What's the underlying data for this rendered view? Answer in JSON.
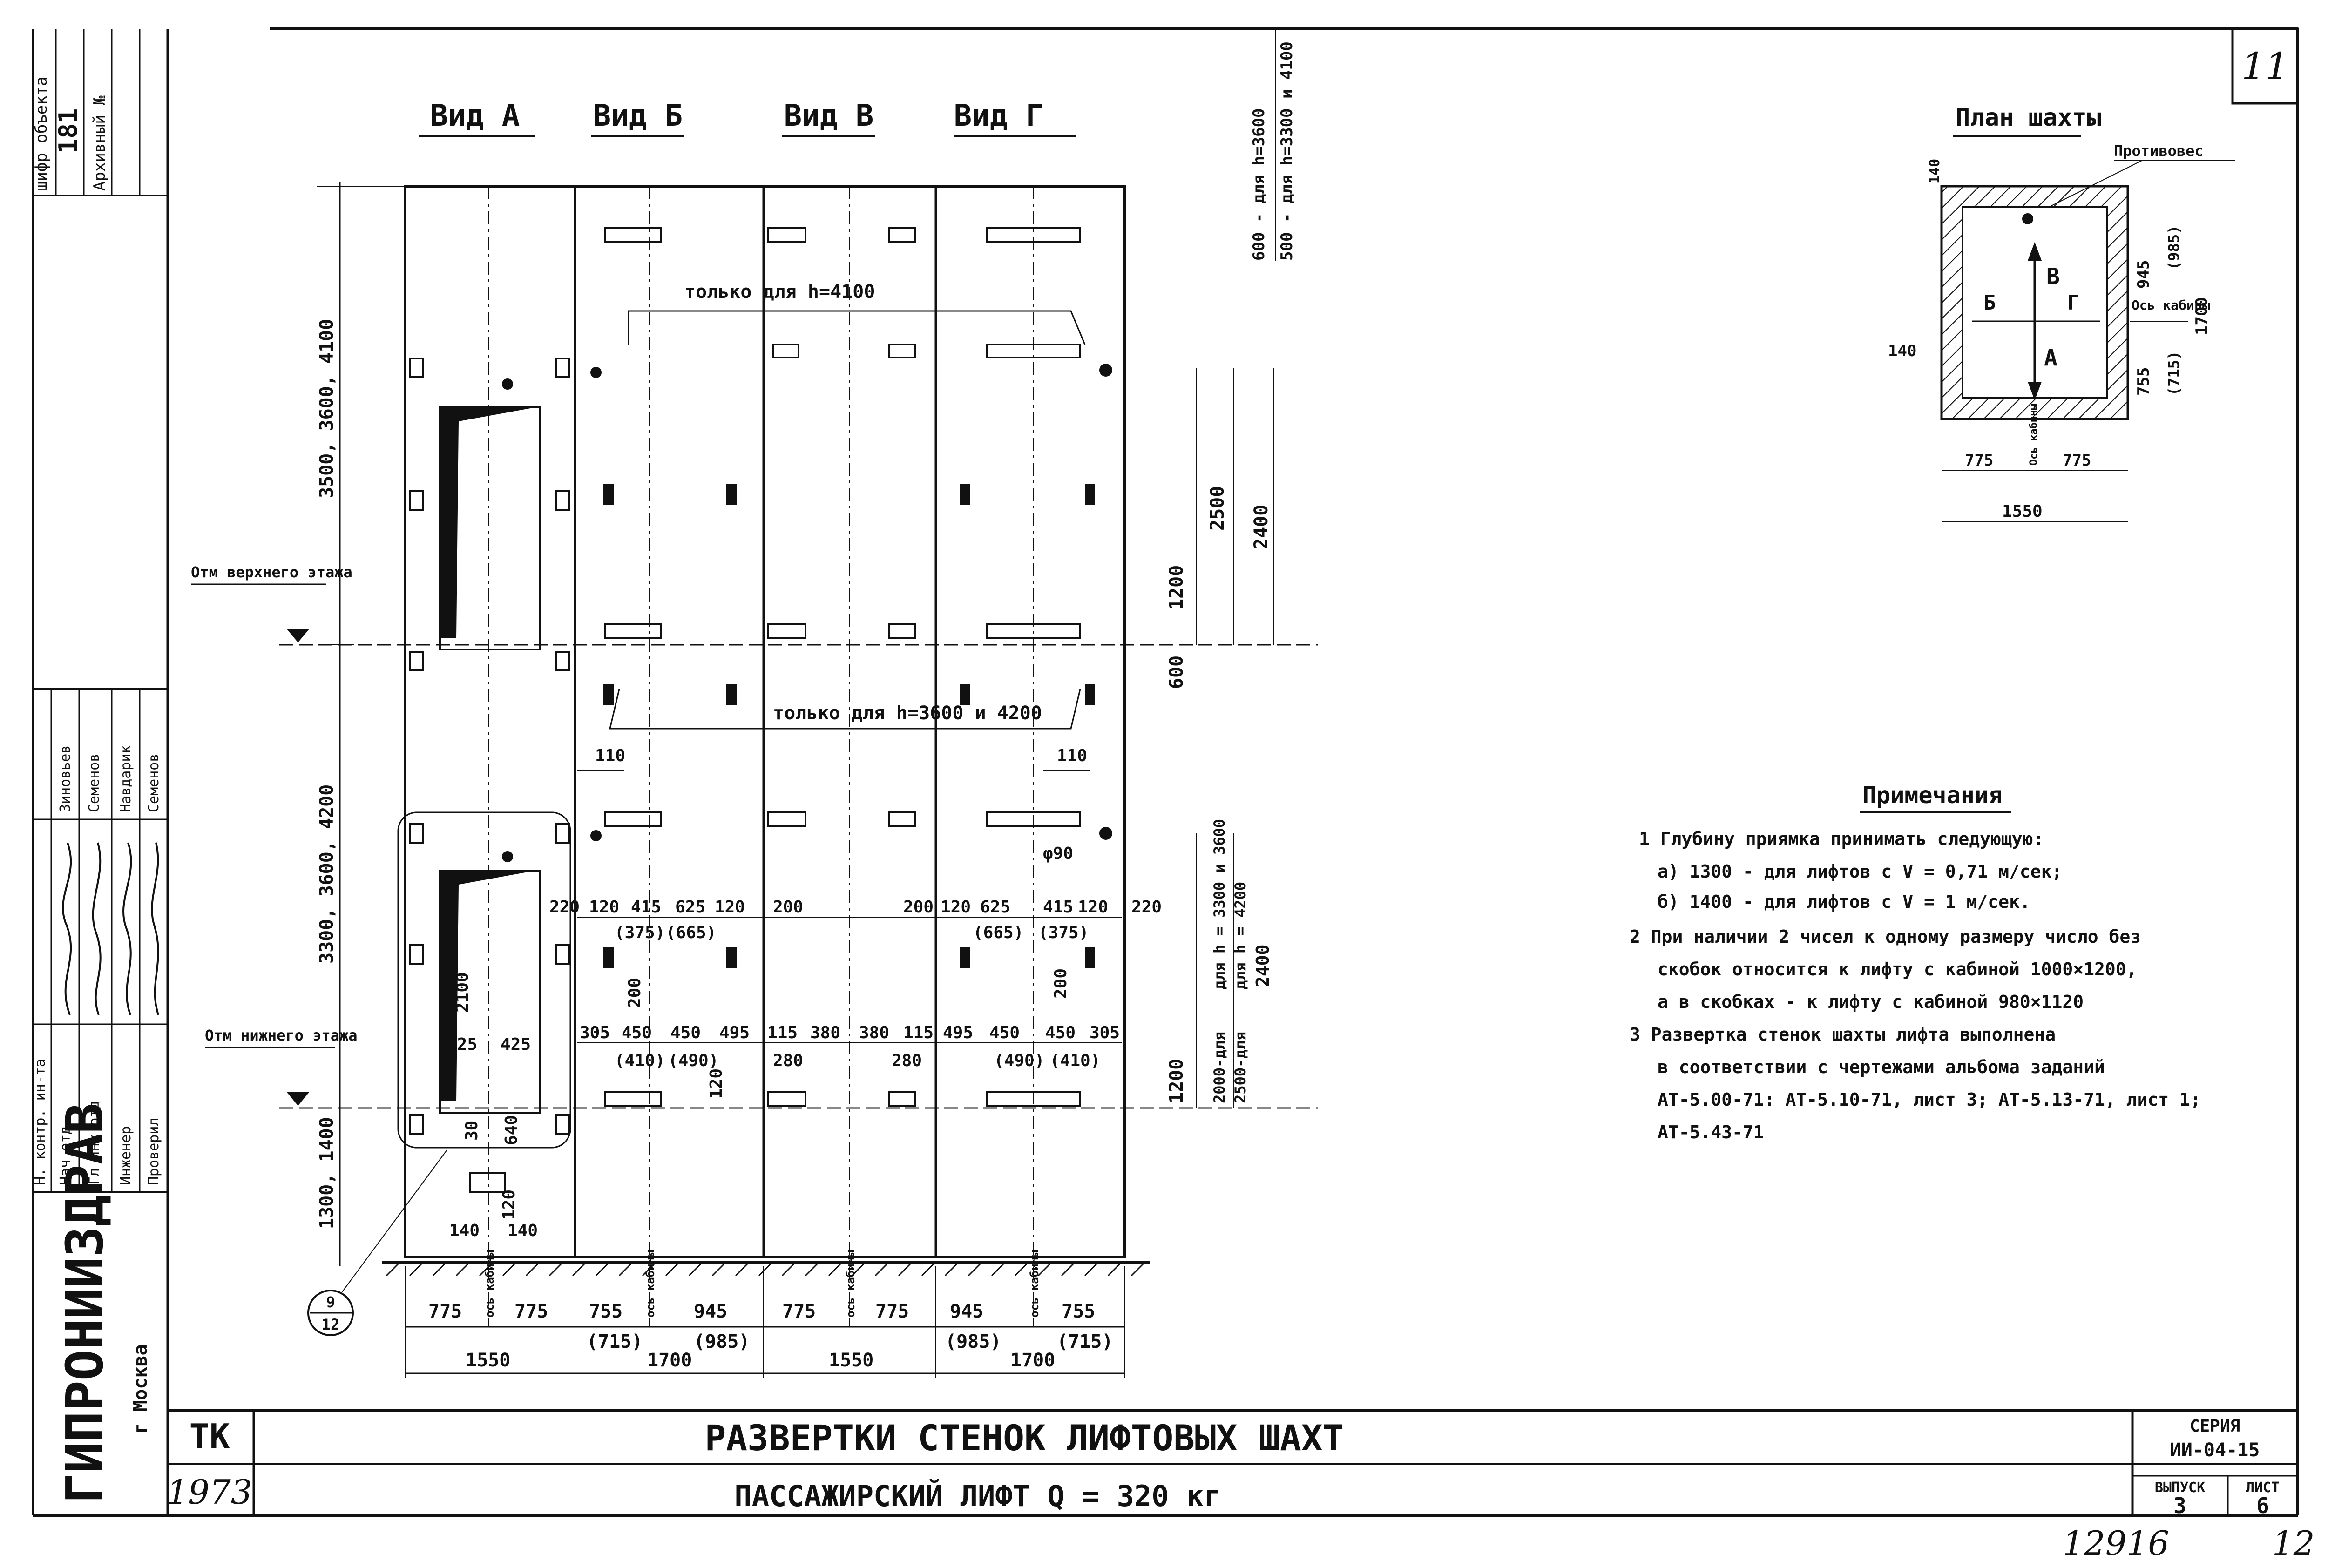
{
  "sheet_number": "11",
  "page_marks": {
    "handwritten_number": "12916",
    "corner": "12"
  },
  "left_stamp": {
    "org": "ГИПРОНИИЗДРАВ",
    "city": "г Москва",
    "archive": {
      "code_label": "шифр объекта",
      "code": "181",
      "archive_label": "Архивный №"
    },
    "roles": [
      "Нач отд",
      "Гл инж отд",
      "Инженер",
      "Проверил"
    ],
    "names": [
      "Зиновьев",
      "Семенов",
      "Навдарик",
      "Семенов"
    ],
    "top_strip": "Н. контр. ин-та"
  },
  "views": {
    "labels": [
      "Вид А",
      "Вид Б",
      "Вид В",
      "Вид Г"
    ],
    "only_4100": "только для h=4100",
    "only_3600_4200": "только для h=3600 и 4200"
  },
  "elevations": {
    "upper": "Отм верхнего этажа",
    "lower": "Отм нижнего этажа"
  },
  "left_dims": [
    "3500, 3600, 4100",
    "3300, 3600, 4200",
    "1300, 1400"
  ],
  "top_right_dims": [
    "600 - для h=3600",
    "500 - для h=3300 и 4100"
  ],
  "right_dims": {
    "d2500": "2500",
    "d2400": "2400",
    "d1200a": "1200",
    "d600": "600",
    "d1200b": "1200",
    "h3300": "для h = 3300 и 3600",
    "h4200": "для h = 4200",
    "d2000": "2000-для",
    "d2500b": "2500-для",
    "d2400b": "2400"
  },
  "inner_dims": {
    "d110a": "110",
    "d110b": "110",
    "d220a": "220",
    "d220b": "220",
    "phi": "φ90",
    "rowA": [
      "120",
      "415",
      "625",
      "120",
      "200",
      "200",
      "120",
      "625",
      "415",
      "120"
    ],
    "rowA_br": [
      "(375)",
      "(665)",
      "(665)",
      "(375)"
    ],
    "rowB": [
      "305",
      "450",
      "450",
      "495",
      "115",
      "380",
      "380",
      "115",
      "495",
      "450",
      "450",
      "305"
    ],
    "rowB_br": [
      "(410)",
      "(490)",
      "280",
      "280",
      "(490)",
      "(410)"
    ],
    "d2100": "2100",
    "d425a": "425",
    "d425b": "425",
    "d30": "30",
    "d640": "640",
    "d120a": "120",
    "d120b": "120",
    "d140a": "140",
    "d140b": "140",
    "d200a": "200",
    "d200b": "200"
  },
  "bottom_dims": {
    "seg": [
      "775",
      "775",
      "755",
      "945",
      "775",
      "775",
      "945",
      "755"
    ],
    "seg_br": [
      "(715)",
      "(985)",
      "(985)",
      "(715)"
    ],
    "axis": "ось кабины",
    "totals": [
      "1550",
      "1700",
      "1550",
      "1700"
    ]
  },
  "callout": {
    "top": "9",
    "bottom": "12"
  },
  "plan": {
    "title": "План шахты",
    "counterweight": "Противовес",
    "A": "А",
    "B": "Б",
    "V": "В",
    "G": "Г",
    "d140a": "140",
    "d140b": "140",
    "d945": "945",
    "d985": "(985)",
    "d1700": "1700",
    "d755": "755",
    "d715": "(715)",
    "axis": "Ось кабины",
    "d775a": "775",
    "d775b": "775",
    "d1550": "1550"
  },
  "notes": {
    "title": "Примечания",
    "lines": [
      "1 Глубину приямка принимать следующую:",
      "а) 1300 - для лифтов с V = 0,71 м/сек;",
      "б) 1400 - для лифтов с V = 1 м/сек.",
      "2 При наличии 2 чисел к одному размеру число без",
      "скобок относится к лифту с кабиной 1000×1200,",
      "а в скобках - к лифту с кабиной 980×1120",
      "3 Развертка стенок шахты лифта выполнена",
      "в соответствии с чертежами альбома заданий",
      "АТ-5.00-71: АТ-5.10-71, лист 3; АТ-5.13-71, лист 1;",
      "АТ-5.43-71"
    ]
  },
  "title_block": {
    "code": "ТК",
    "year": "1973",
    "title1": "РАЗВЕРТКИ СТЕНОК ЛИФТОВЫХ ШАХТ",
    "title2": "ПАССАЖИРСКИЙ ЛИФТ Q = 320 кг",
    "series_label": "СЕРИЯ",
    "series": "ИИ-04-15",
    "issue_label": "ВЫПУСК",
    "issue": "3",
    "sheet_label": "ЛИСТ",
    "sheet": "6"
  }
}
